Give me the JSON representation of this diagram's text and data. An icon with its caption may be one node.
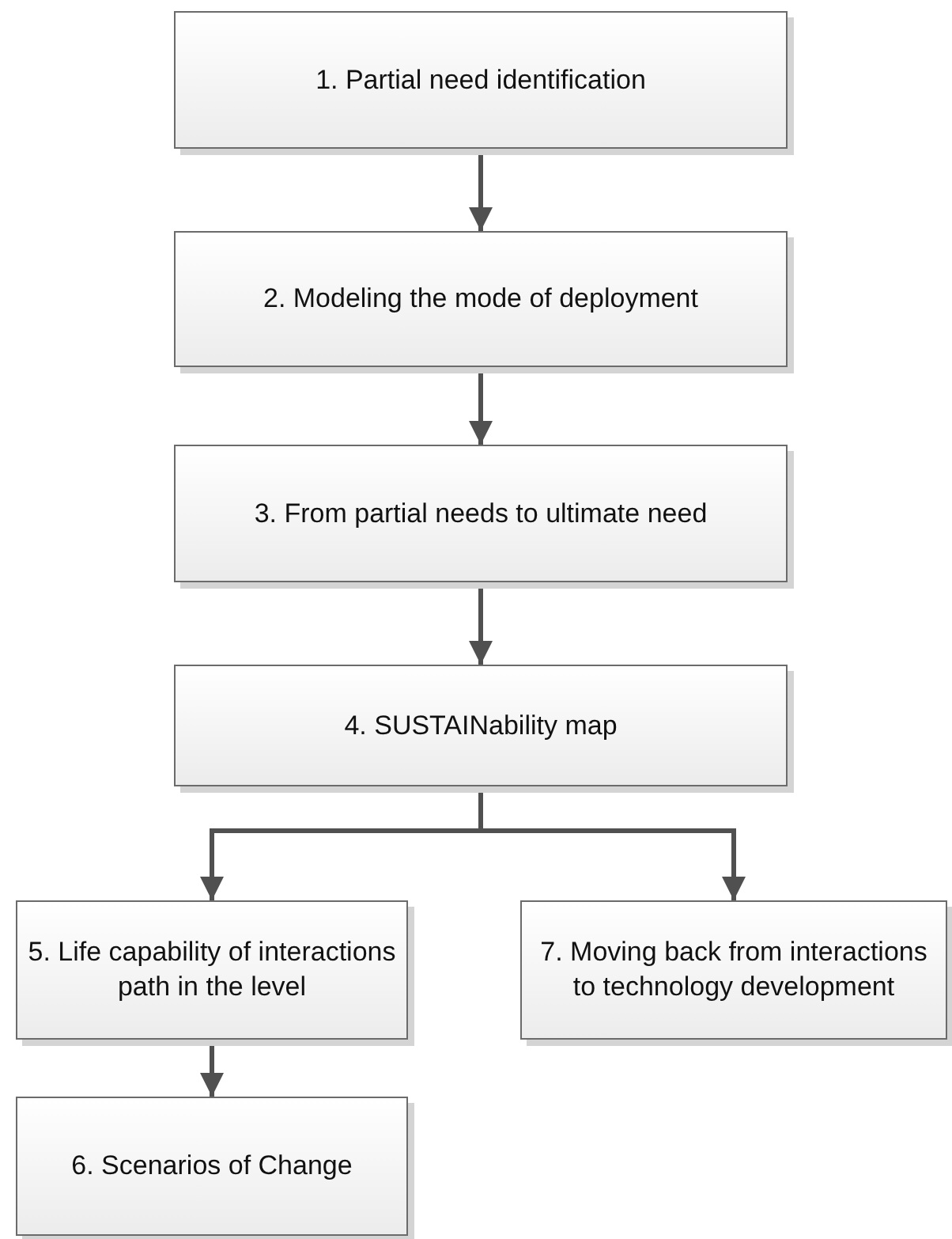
{
  "diagram": {
    "nodes": [
      {
        "text": [
          "1. Partial need identification"
        ]
      },
      {
        "text": [
          "2. Modeling the mode of deployment"
        ]
      },
      {
        "text": [
          "3. From partial needs to ultimate need"
        ]
      },
      {
        "text": [
          "4. SUSTAINability map"
        ]
      },
      {
        "text": [
          "5. Life capability of interactions path in the level"
        ]
      },
      {
        "text": [
          "7. Moving back from interactions to technology development"
        ]
      },
      {
        "text": [
          "6. Scenarios of Change"
        ]
      }
    ],
    "edges": [
      {
        "from": 0,
        "to": 1,
        "arrow": "to"
      },
      {
        "from": 1,
        "to": 2,
        "arrow": "to"
      },
      {
        "from": 2,
        "to": 3,
        "arrow": "to"
      },
      {
        "from": 3,
        "to": 4,
        "arrow": "to"
      },
      {
        "from": 3,
        "to": 5,
        "arrow": "to"
      },
      {
        "from": 4,
        "to": 6,
        "arrow": "to"
      }
    ]
  }
}
